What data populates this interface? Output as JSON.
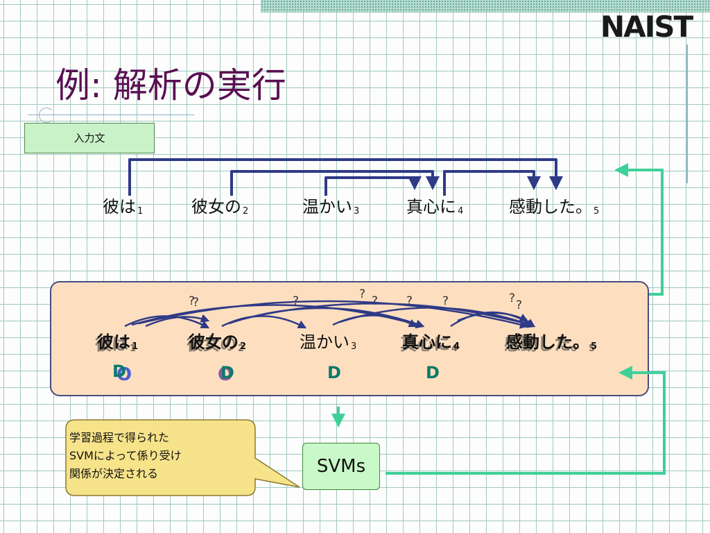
{
  "header": {
    "logo_text": "NAIST",
    "title": "例: 解析の実行"
  },
  "input_label": "入力文",
  "sentence": {
    "words": [
      {
        "text": "彼は",
        "index": "1"
      },
      {
        "text": "彼女の",
        "index": "2"
      },
      {
        "text": "温かい",
        "index": "3"
      },
      {
        "text": "真心に",
        "index": "4"
      },
      {
        "text": "感動した。",
        "index": "5"
      }
    ]
  },
  "panel": {
    "d_label": "D",
    "o_label": "O",
    "question_mark": "?"
  },
  "svms_label": "SVMs",
  "callout_text": "学習過程で得られた\nSVMによって係り受け\n関係が決定される",
  "colors": {
    "title": "#5a0f52",
    "dependency_arrow": "#2f3a86",
    "flow_arrow": "#3fd09a",
    "panel_fill": "#fddfc0",
    "svms_fill": "#c9f8c9",
    "callout_fill": "#f6e38a",
    "d_mark": "#0a7a6a"
  }
}
